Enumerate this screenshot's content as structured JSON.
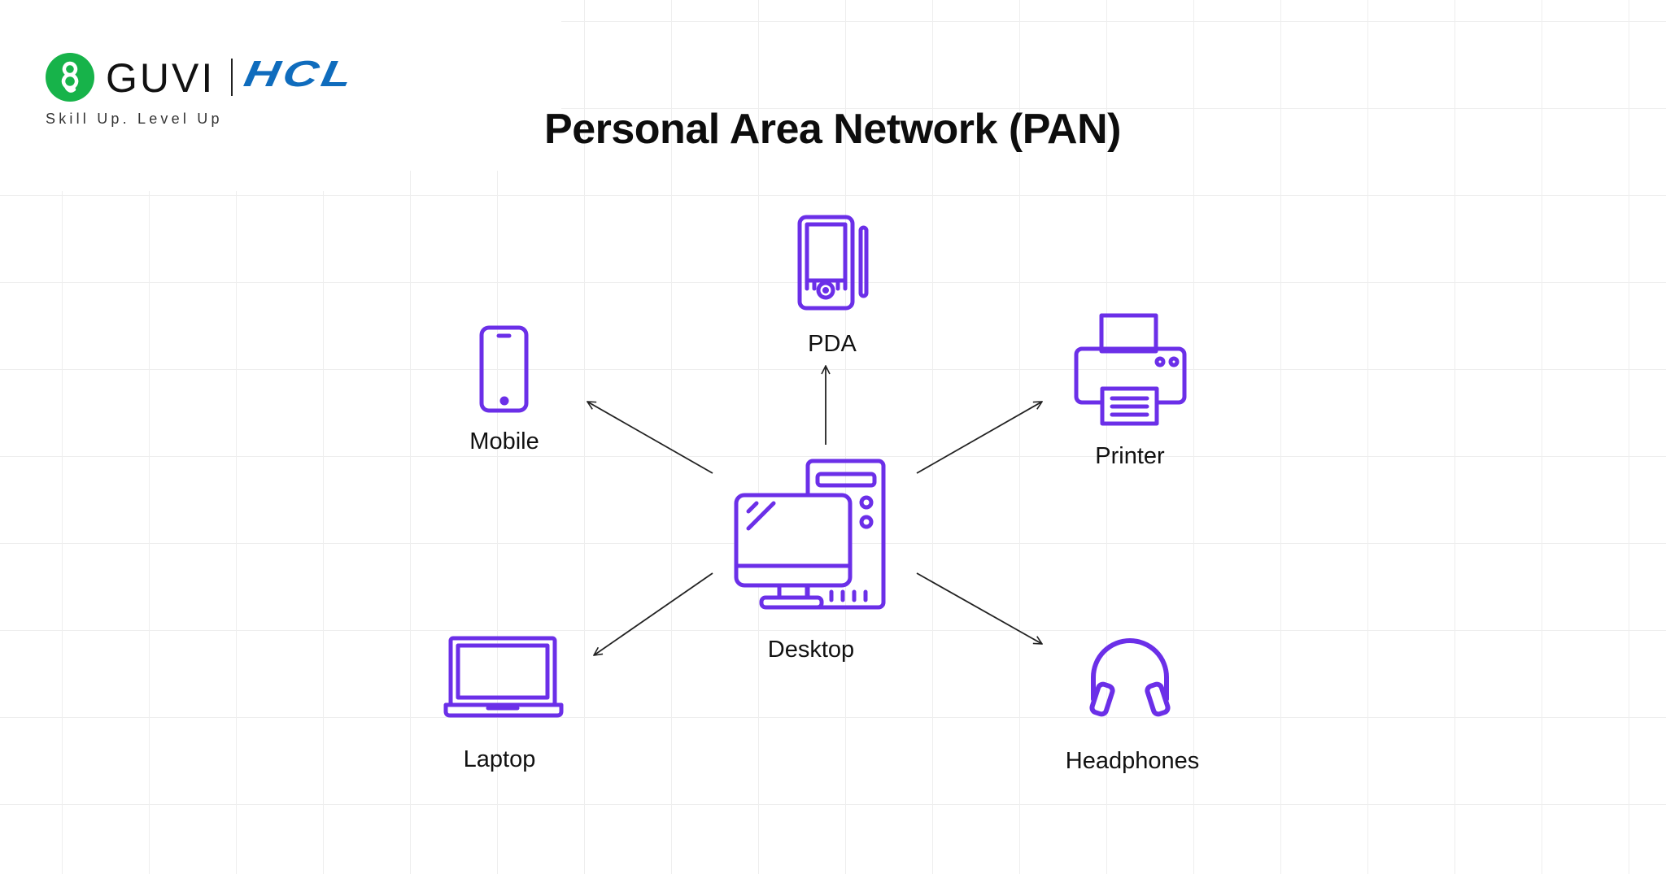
{
  "branding": {
    "guvi_name": "GUVI",
    "guvi_tagline": "Skill Up. Level Up",
    "partner_name": "HCL",
    "colors": {
      "guvi_green": "#17b34a",
      "hcl_blue": "#0f6cbd"
    }
  },
  "diagram": {
    "title": "Personal Area Network (PAN)",
    "accent_color": "#6b2fe8",
    "center": {
      "label": "Desktop",
      "icon": "desktop-computer-icon"
    },
    "devices": [
      {
        "label": "PDA",
        "icon": "pda-icon"
      },
      {
        "label": "Mobile",
        "icon": "mobile-phone-icon"
      },
      {
        "label": "Printer",
        "icon": "printer-icon"
      },
      {
        "label": "Laptop",
        "icon": "laptop-icon"
      },
      {
        "label": "Headphones",
        "icon": "headphones-icon"
      }
    ]
  }
}
